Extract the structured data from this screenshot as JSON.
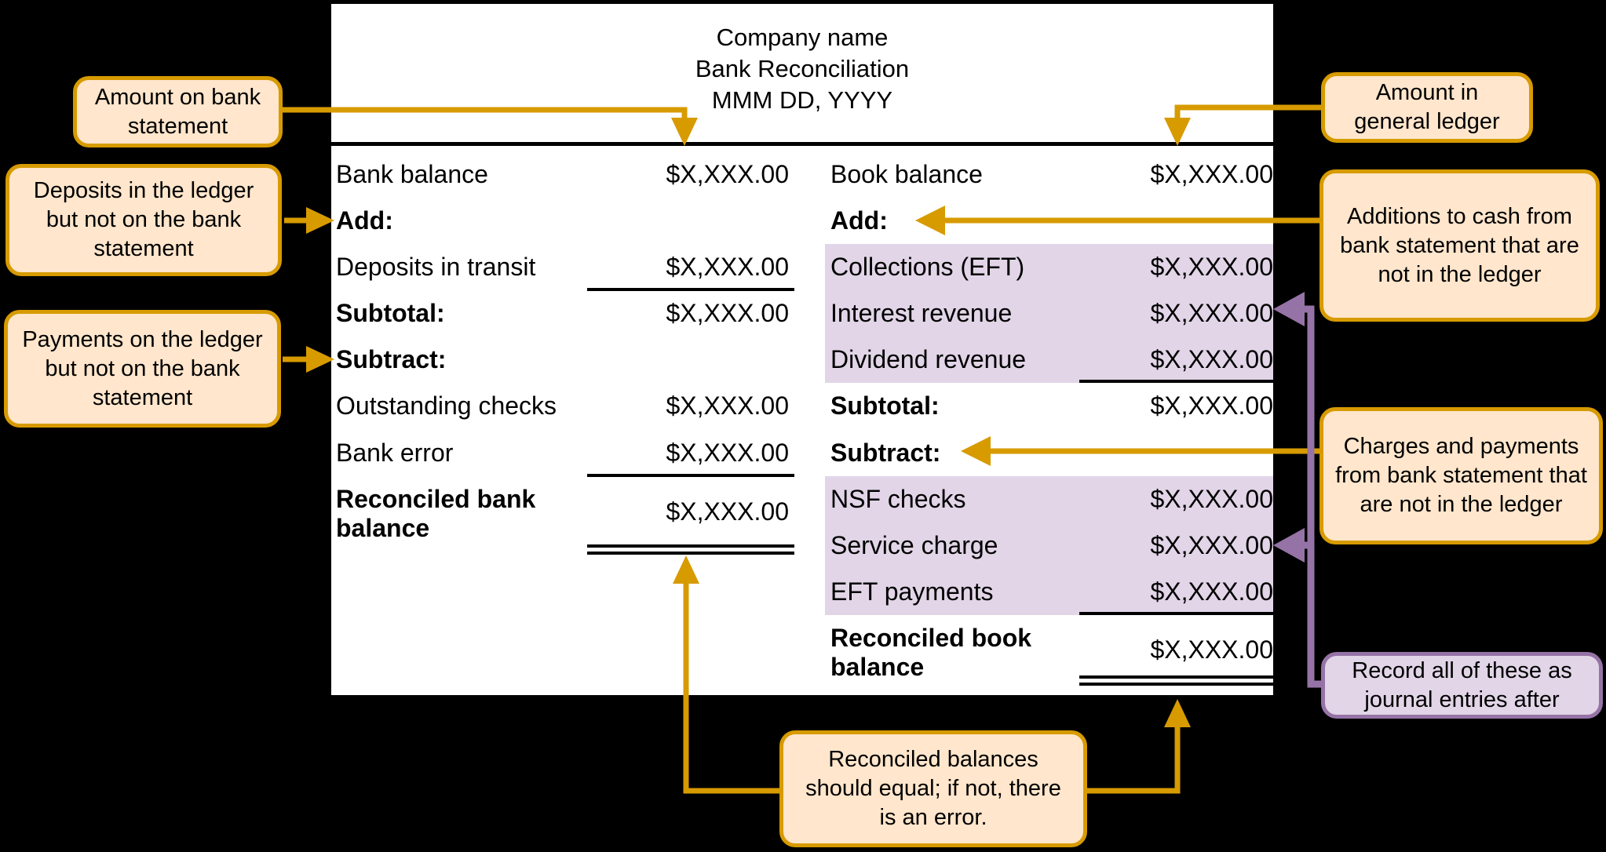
{
  "document": {
    "header": [
      "Company name",
      "Bank Reconciliation",
      "MMM DD, YYYY"
    ],
    "left_rows": [
      {
        "label": "Bank balance",
        "value": "$X,XXX.00"
      },
      {
        "label": "Add:",
        "value": ""
      },
      {
        "label": "Deposits in transit",
        "value": "$X,XXX.00"
      },
      {
        "label": "Subtotal:",
        "value": "$X,XXX.00"
      },
      {
        "label": "Subtract:",
        "value": ""
      },
      {
        "label": "Outstanding checks",
        "value": "$X,XXX.00"
      },
      {
        "label": "Bank error",
        "value": "$X,XXX.00"
      },
      {
        "label": "Reconciled bank balance",
        "value": "$X,XXX.00"
      }
    ],
    "right_rows": [
      {
        "label": "Book balance",
        "value": "$X,XXX.00"
      },
      {
        "label": "Add:",
        "value": ""
      },
      {
        "label": "Collections (EFT)",
        "value": "$X,XXX.00"
      },
      {
        "label": "Interest revenue",
        "value": "$X,XXX.00"
      },
      {
        "label": "Dividend revenue",
        "value": "$X,XXX.00"
      },
      {
        "label": "Subtotal:",
        "value": "$X,XXX.00"
      },
      {
        "label": "Subtract:",
        "value": ""
      },
      {
        "label": "NSF checks",
        "value": "$X,XXX.00"
      },
      {
        "label": "Service charge",
        "value": "$X,XXX.00"
      },
      {
        "label": "EFT payments",
        "value": "$X,XXX.00"
      },
      {
        "label": "Reconciled book balance",
        "value": "$X,XXX.00"
      }
    ]
  },
  "callouts": {
    "amount_on_bank_statement": "Amount on bank statement",
    "deposits_in_ledger": "Deposits in the ledger but not on the bank statement",
    "payments_on_ledger": "Payments on the ledger but not on the bank statement",
    "amount_in_general_ledger": "Amount in general ledger",
    "additions_to_cash": "Additions to cash from bank statement that are not in the ledger",
    "charges_and_payments": "Charges and payments from bank statement that are not in the ledger",
    "record_journal_entries": "Record all of these as journal entries after",
    "reconciled_balances": "Reconciled balances should equal; if not, there is an error."
  },
  "colors": {
    "gold": "#D79B00",
    "peach_fill": "#FFE6CC",
    "purple": "#9673A6",
    "purple_fill": "#E1D5E7",
    "document_bg": "#FFFFFF",
    "background": "#000000",
    "text": "#000000"
  }
}
